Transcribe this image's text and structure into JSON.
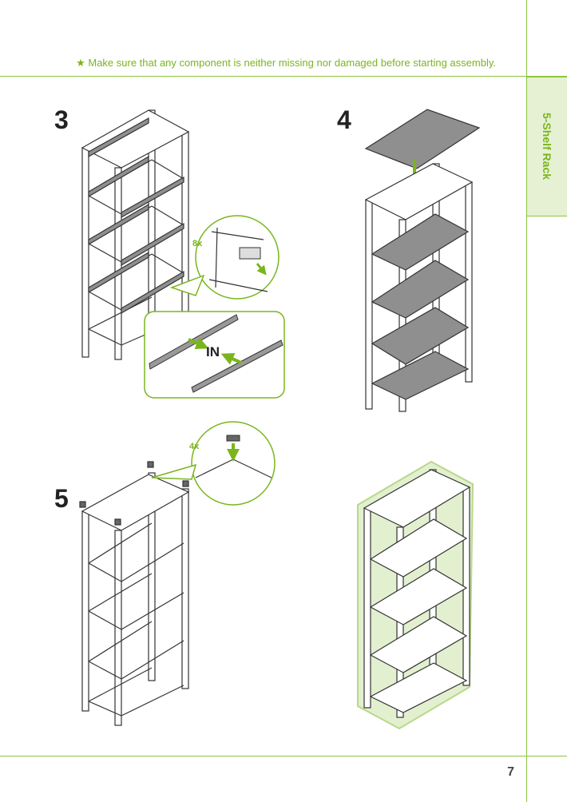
{
  "header": {
    "notice": "★ Make sure that any component is neither missing nor damaged before starting assembly."
  },
  "sidebar": {
    "tab_label": "5-Shelf Rack"
  },
  "steps": [
    {
      "number": "3",
      "callout_count": "8x",
      "callout_text": "IN"
    },
    {
      "number": "4"
    },
    {
      "number": "5",
      "callout_count": "4x"
    }
  ],
  "footer": {
    "page_number": "7"
  },
  "colors": {
    "accent": "#8cc63f",
    "accent_text": "#7ab51d",
    "tab_bg": "#e6f1d4",
    "board": "#8f8f8f",
    "highlight": "#e3f0d0"
  }
}
